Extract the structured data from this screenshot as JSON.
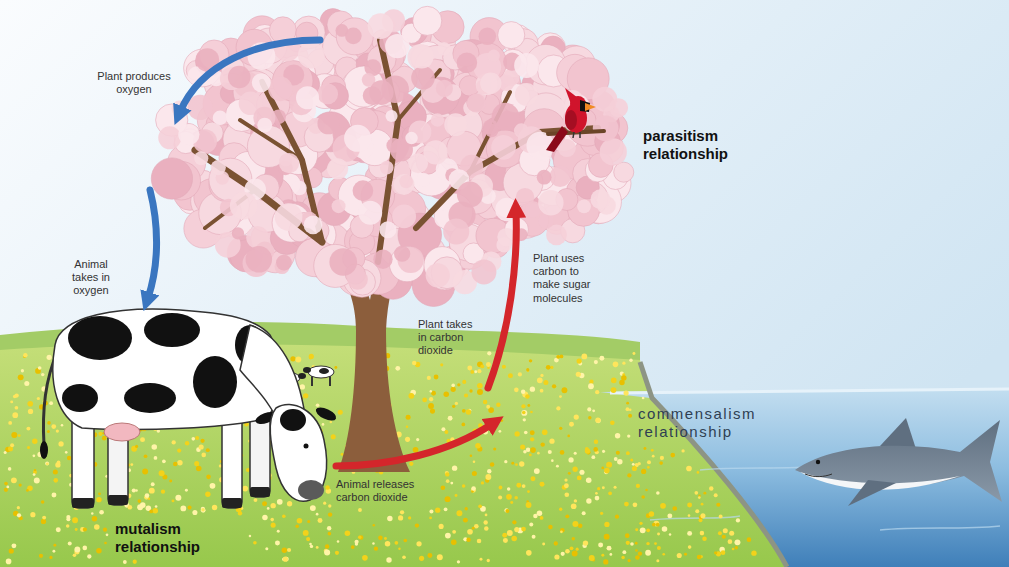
{
  "diagram": {
    "labels": [
      "Plant produces oxygen",
      "Animal takes in oxygen",
      "Plant uses carbon to make sugar molecules",
      "Plant takes in carbon dioxide",
      "Animal releases carbon dioxide",
      "parasitism relationship",
      "commensalism relationship",
      "mutalism relationship"
    ]
  }
}
